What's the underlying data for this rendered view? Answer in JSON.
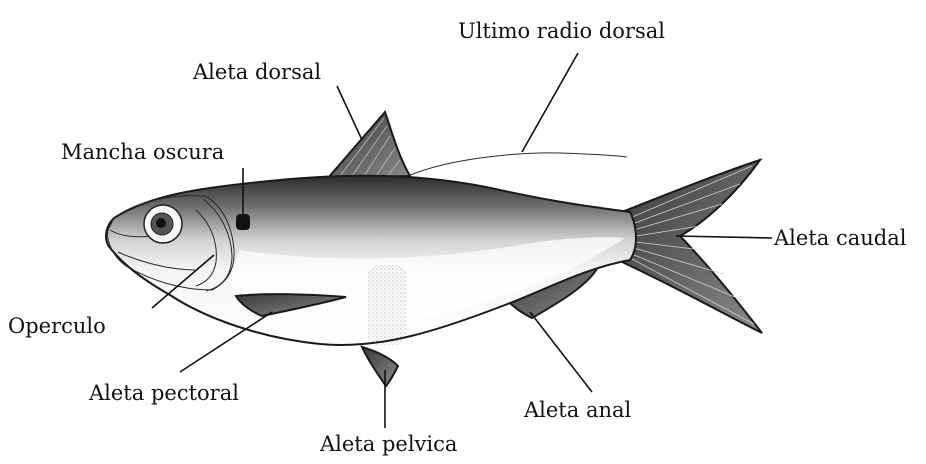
{
  "labels": {
    "ultimo_radio_dorsal": "Ultimo radio dorsal",
    "aleta_dorsal": "Aleta dorsal",
    "mancha_oscura": "Mancha oscura",
    "aleta_caudal": "Aleta caudal",
    "operculo": "Operculo",
    "aleta_pectoral": "Aleta pectoral",
    "aleta_anal": "Aleta anal",
    "aleta_pelvica": "Aleta pelvica"
  }
}
